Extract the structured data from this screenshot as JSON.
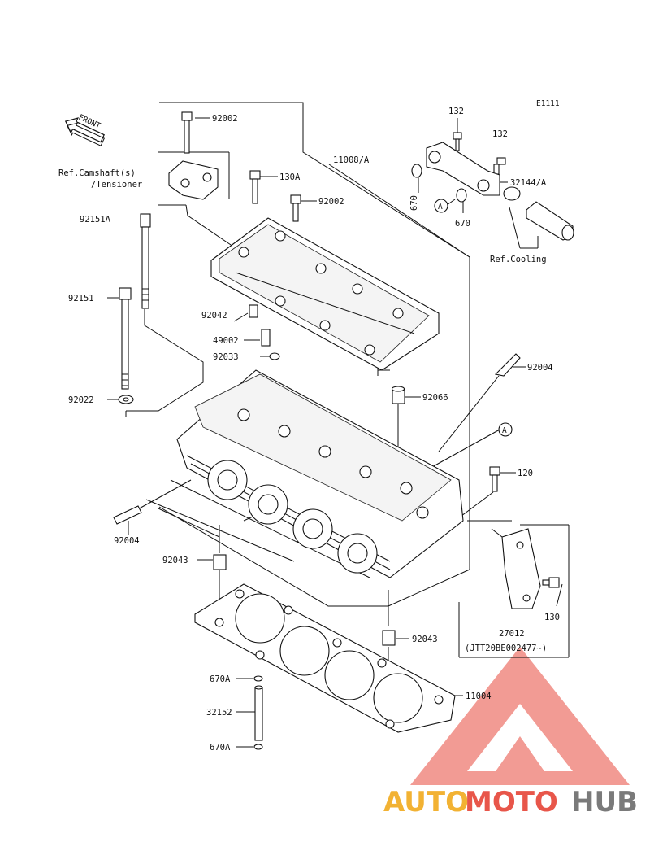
{
  "diagram": {
    "code": "E1111",
    "front_label": "FRONT",
    "callouts": {
      "c_92002_top": "92002",
      "c_ref_camshaft_1": "Ref.Camshaft(s)",
      "c_ref_camshaft_2": "/Tensioner",
      "c_130A": "130A",
      "c_92002_mid": "92002",
      "c_11008A": "11008/A",
      "c_92151A": "92151A",
      "c_92151": "92151",
      "c_92042": "92042",
      "c_49002": "49002",
      "c_92033": "92033",
      "c_92022": "92022",
      "c_92066": "92066",
      "c_92004_right": "92004",
      "c_A_mid": "A",
      "c_120": "120",
      "c_92004_left": "92004",
      "c_92043_left": "92043",
      "c_130": "130",
      "c_27012": "27012",
      "c_jtt": "(JTT20BE002477~)",
      "c_92043_right": "92043",
      "c_670A_top": "670A",
      "c_32152": "32152",
      "c_670A_bot": "670A",
      "c_11004": "11004",
      "c_132_a": "132",
      "c_132_b": "132",
      "c_32144A": "32144/A",
      "c_670_a": "670",
      "c_670_b": "670",
      "c_A_top": "A",
      "c_ref_cooling": "Ref.Cooling"
    }
  },
  "watermark": {
    "part1": "AUTO",
    "part2": "MOTO",
    "part3": "HUB",
    "color_yellow": "#f2b233",
    "color_red": "#e8564a",
    "color_gray": "#7a7a7a"
  }
}
